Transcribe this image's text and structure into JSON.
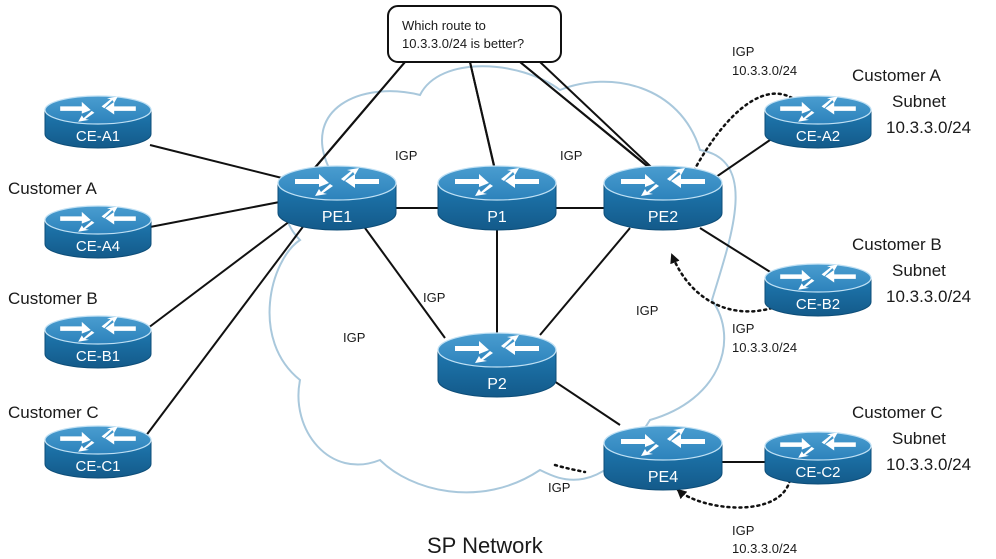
{
  "callout": {
    "line1": "Which route to",
    "line2": "10.3.3.0/24 is better?"
  },
  "network_label": "SP Network",
  "routers": {
    "ce_a1": "CE-A1",
    "ce_a4": "CE-A4",
    "ce_b1": "CE-B1",
    "ce_c1": "CE-C1",
    "pe1": "PE1",
    "p1": "P1",
    "pe2": "PE2",
    "p2": "P2",
    "pe4": "PE4",
    "ce_a2": "CE-A2",
    "ce_b2": "CE-B2",
    "ce_c2": "CE-C2"
  },
  "left_labels": {
    "customer_a": "Customer A",
    "customer_b": "Customer B",
    "customer_c": "Customer C"
  },
  "right_labels": {
    "a": {
      "customer": "Customer A",
      "subnet": "Subnet",
      "prefix": "10.3.3.0/24"
    },
    "b": {
      "customer": "Customer B",
      "subnet": "Subnet",
      "prefix": "10.3.3.0/24"
    },
    "c": {
      "customer": "Customer C",
      "subnet": "Subnet",
      "prefix": "10.3.3.0/24"
    }
  },
  "igp_labels": {
    "pe1_p1": "IGP",
    "p1_pe2": "IGP",
    "pe1_p2": "IGP",
    "cloud_left": "IGP",
    "pe2_p2": "IGP",
    "pe4_bottom": "IGP"
  },
  "advert_labels": {
    "a2": {
      "proto": "IGP",
      "prefix": "10.3.3.0/24"
    },
    "b2": {
      "proto": "IGP",
      "prefix": "10.3.3.0/24"
    },
    "c2": {
      "proto": "IGP",
      "prefix": "10.3.3.0/24"
    }
  },
  "colors": {
    "router_body": "#1d6fa4",
    "router_top": "#3b8fc4",
    "router_edge": "#0d4d78",
    "cloud_stroke": "#a9c8dc",
    "link": "#111111"
  }
}
